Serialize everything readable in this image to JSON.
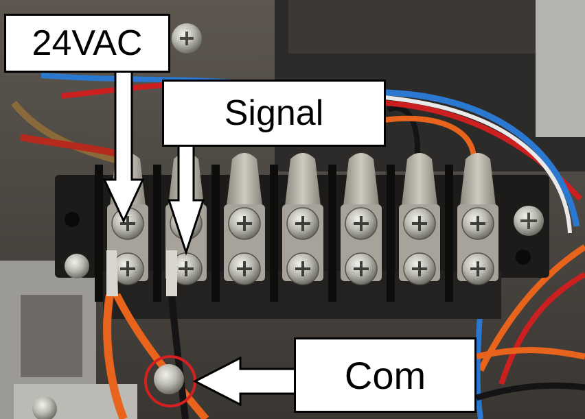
{
  "labels": {
    "voltage": "24VAC",
    "signal": "Signal",
    "common": "Com"
  },
  "colors": {
    "label_background": "#ffffff",
    "label_border": "#000000",
    "arrow_fill": "#ffffff",
    "highlight_circle": "#d42020",
    "wire_orange": "#e8641c",
    "wire_red": "#cc1f1f",
    "wire_blue": "#2a78d0",
    "wire_black": "#141414"
  },
  "terminal_block": {
    "terminal_count": 7
  }
}
